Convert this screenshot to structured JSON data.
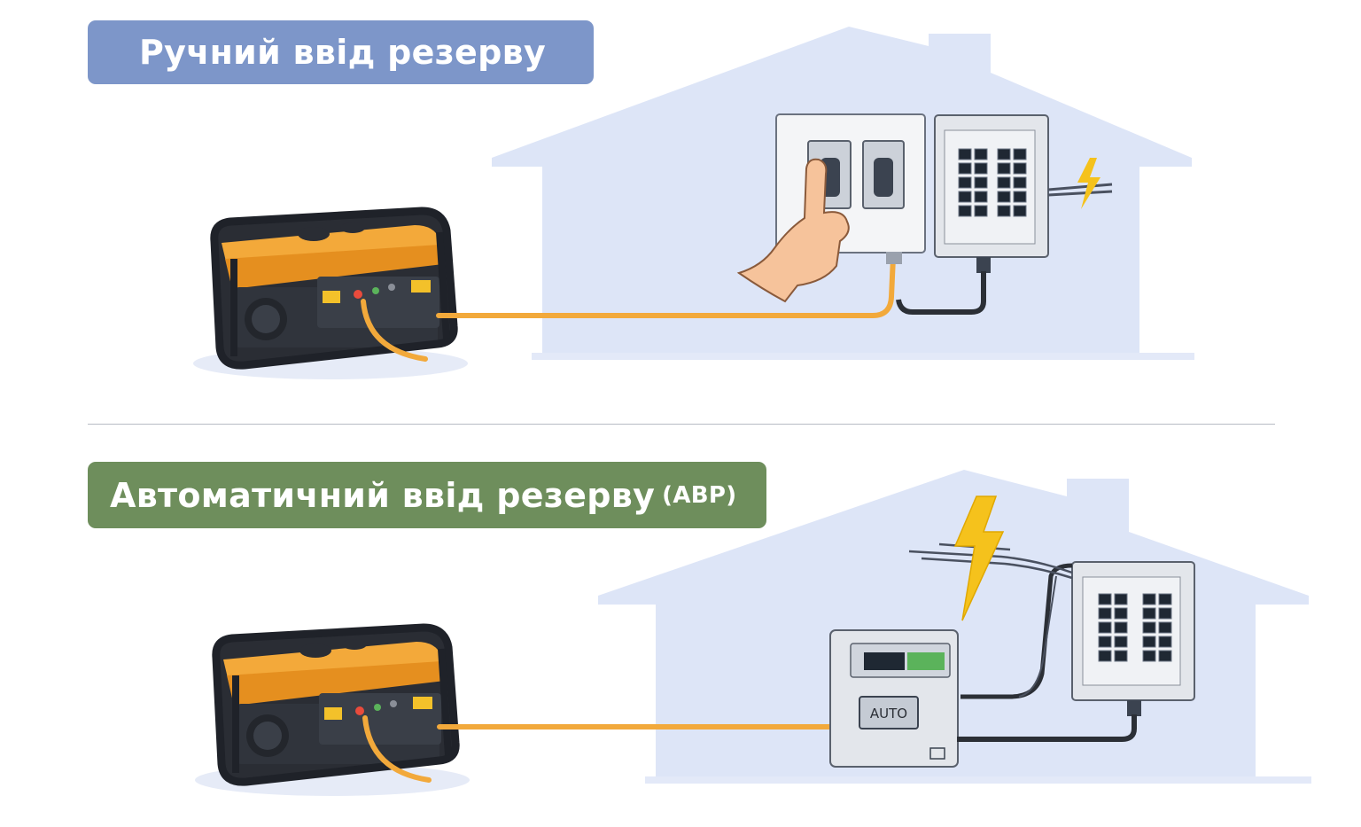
{
  "sections": {
    "manual": {
      "title": "Ручний ввід резерву"
    },
    "automatic": {
      "title": "Автоматичний ввід резерву",
      "abbreviation": "(АВР)",
      "switch_label": "AUTO"
    }
  },
  "colors": {
    "manual_badge": "#7d96c9",
    "auto_badge": "#6e8e5c",
    "house": "#dde5f7",
    "generator_frame": "#1f2229",
    "generator_body": "#f3a93a",
    "cable": "#f2a93b",
    "lightning": "#f5c21c",
    "panel": "#e3e6eb"
  },
  "icons": [
    "generator-icon",
    "house-icon",
    "breaker-panel-icon",
    "hand-icon",
    "lightning-icon",
    "transfer-switch-icon"
  ]
}
